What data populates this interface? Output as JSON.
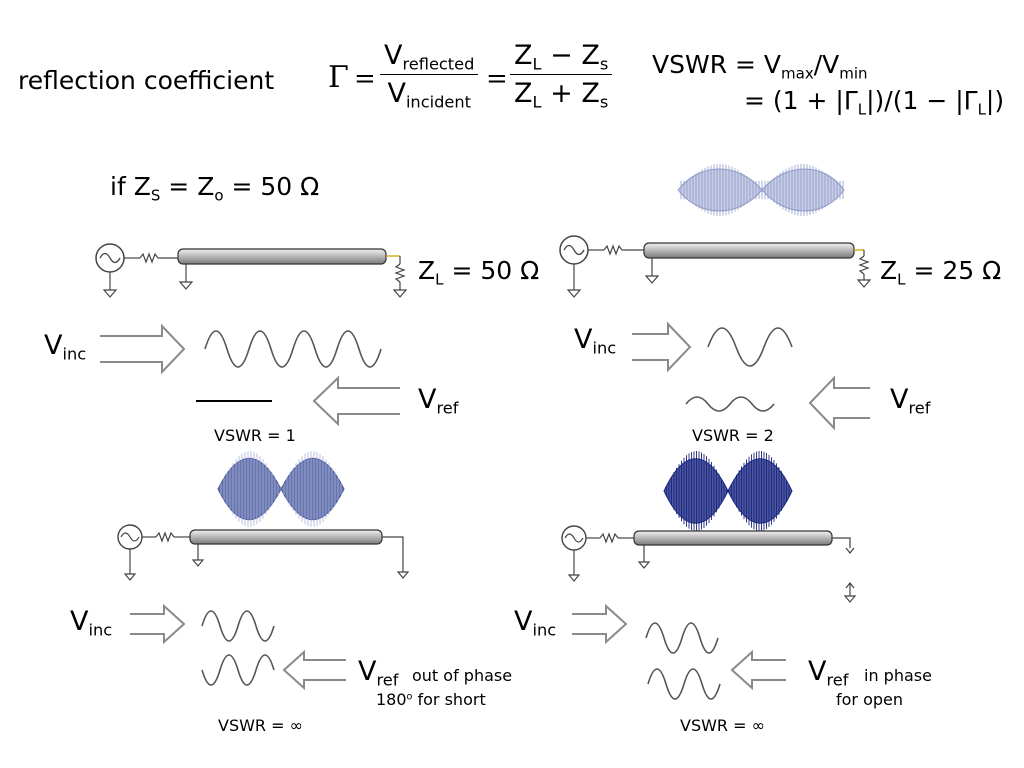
{
  "equations": {
    "reflection_label": "reflection coefficient",
    "gamma": "Γ",
    "equals": "=",
    "V": "V",
    "reflected_sub": "reflected",
    "incident_sub": "incident",
    "Z": "Z",
    "L_sub": "L",
    "s_sub": "s",
    "minus": "−",
    "plus": "+",
    "vswr_line1_prefix": "VSWR = V",
    "max_sub": "max",
    "slash_v": "/V",
    "min_sub": "min",
    "vswr_line2_a": "= (1 + |Γ",
    "vswr_line2_b": "|)/(1 − |Γ",
    "vswr_line2_c": "|)"
  },
  "condition": {
    "prefix": "if Z",
    "S_sub": "S",
    "mid": " = Z",
    "o_sub": "o",
    "suffix": " = 50 Ω"
  },
  "panels": {
    "matched": {
      "zl_prefix": "Z",
      "zl_sub": "L",
      "zl_suffix": " = 50 Ω",
      "v_inc": "V",
      "inc_sub": "inc",
      "v_ref": "V",
      "ref_sub": "ref",
      "vswr": "VSWR = 1"
    },
    "mismatched": {
      "zl_prefix": "Z",
      "zl_sub": "L",
      "zl_suffix": " = 25 Ω",
      "v_inc": "V",
      "inc_sub": "inc",
      "v_ref": "V",
      "ref_sub": "ref",
      "vswr": "VSWR = 2"
    },
    "short": {
      "v_inc": "V",
      "inc_sub": "inc",
      "v_ref": "V",
      "ref_sub": "ref",
      "note1": "out of phase",
      "note2_prefix": "180",
      "note2_sup": "o",
      "note2_suffix": " for short",
      "vswr": "VSWR = ∞"
    },
    "open": {
      "v_inc": "V",
      "inc_sub": "inc",
      "v_ref": "V",
      "ref_sub": "ref",
      "note1": "in phase",
      "note2": "for open",
      "vswr": "VSWR = ∞"
    }
  },
  "colors": {
    "envelope": "#5d6ea8",
    "envelope_dark": "#2a3a8a",
    "line_fill": "#b5b5b5",
    "stroke": "#333333",
    "arrow": "#888888"
  },
  "icons": {
    "source": "ac-source-icon",
    "resistor": "resistor-icon",
    "ground": "ground-icon"
  }
}
